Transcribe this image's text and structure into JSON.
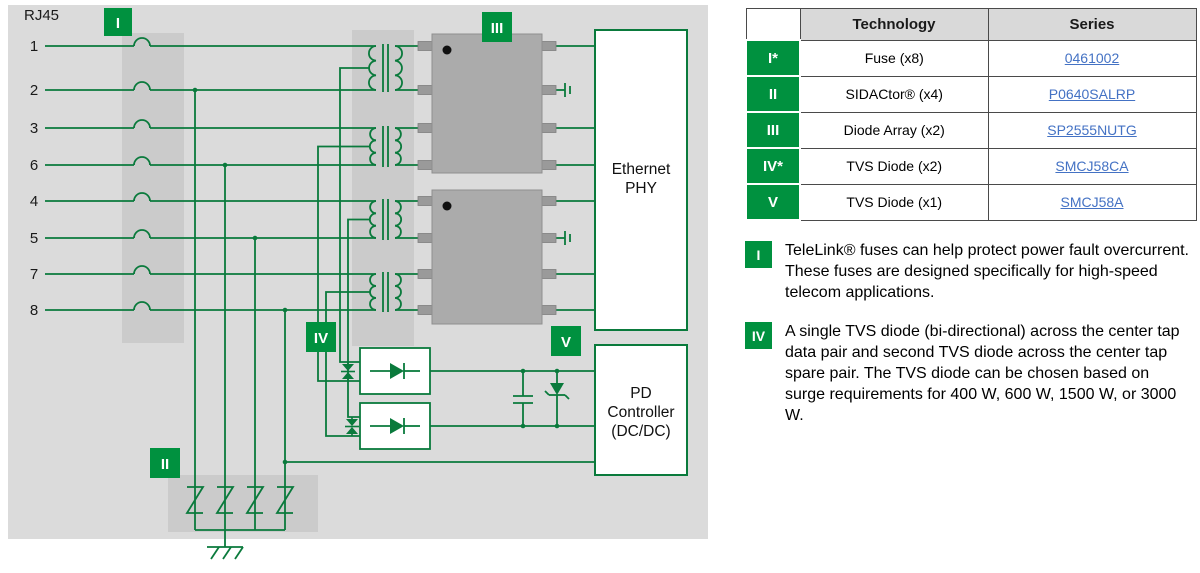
{
  "colors": {
    "accent_green": "#00913F",
    "wire_green": "#0A7A3C",
    "link_blue": "#4472C4",
    "diagram_bg": "#DBDBDB",
    "strip_gray": "#CBCBCB",
    "chip_gray": "#ABABAB",
    "table_header_bg": "#D9D9D9"
  },
  "diagram": {
    "rj45_label": "RJ45",
    "pins": [
      "1",
      "2",
      "3",
      "6",
      "4",
      "5",
      "7",
      "8"
    ],
    "badge_i": "I",
    "badge_ii": "II",
    "badge_iii": "III",
    "badge_iv": "IV",
    "badge_v": "V",
    "ethernet_phy": {
      "line1": "Ethernet",
      "line2": "PHY"
    },
    "pd_controller": {
      "line1": "PD",
      "line2": "Controller",
      "line3": "(DC/DC)"
    }
  },
  "table": {
    "headers": {
      "technology": "Technology",
      "series": "Series"
    },
    "rows": [
      {
        "badge": "I*",
        "technology": "Fuse (x8)",
        "series": "0461002"
      },
      {
        "badge": "II",
        "technology": "SIDACtor® (x4)",
        "series": "P0640SALRP"
      },
      {
        "badge": "III",
        "technology": "Diode Array (x2)",
        "series": "SP2555NUTG"
      },
      {
        "badge": "IV*",
        "technology": "TVS Diode (x2)",
        "series": "SMCJ58CA"
      },
      {
        "badge": "V",
        "technology": "TVS Diode (x1)",
        "series": "SMCJ58A"
      }
    ]
  },
  "notes": [
    {
      "badge": "I",
      "text": "TeleLink® fuses can help protect power fault overcurrent. These fuses are designed specifically for high-speed telecom applications."
    },
    {
      "badge": "IV",
      "text": "A single TVS diode (bi-directional) across the center tap data pair and second TVS diode across the center tap spare pair. The TVS diode can be chosen based on surge requirements for 400 W, 600 W, 1500 W, or 3000 W."
    }
  ]
}
